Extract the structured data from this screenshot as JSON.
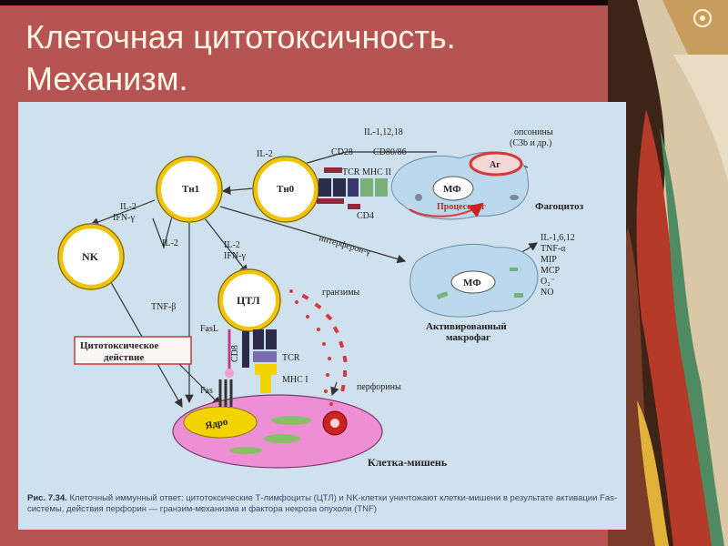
{
  "slide": {
    "title_line1": "Клеточная цитотоксичность.",
    "title_line2": "Механизм."
  },
  "figure": {
    "cells": {
      "th1": "Tн1",
      "th0": "Tн0",
      "nk": "NK",
      "ctl": "ЦТЛ",
      "mf_top": "МФ",
      "mf_activated": "МФ",
      "nucleus": "Ядро",
      "antigen": "Аг"
    },
    "labels": {
      "il_1_12_18": "IL-1,12,18",
      "opsonins_1": "опсонины",
      "opsonins_2": "(C3b и др.)",
      "il2_top": "IL-2",
      "cd28": "CD28",
      "cd80_86": "CD80/86",
      "tcr_top": "TCR",
      "mhc_ii": "MHC II",
      "cd4": "CD4",
      "processing": "Процессинг",
      "phagocytosis": "Фагоцитоз",
      "il2_ifn_nk_1": "IL-2",
      "il2_ifn_nk_2": "IFN-γ",
      "il2_mid": "IL-2",
      "il2_ifn_ctl_1": "IL-2",
      "il2_ifn_ctl_2": "IFN-γ",
      "interferon": "интерферон-γ",
      "cytokines": [
        "IL-1,6,12",
        "TNF-α",
        "MIP",
        "MCP",
        "O₂⁻",
        "NO"
      ],
      "granzymes": "гранзимы",
      "tnf_beta": "TNF-β",
      "fasl": "FasL",
      "cd8": "CD8",
      "tcr_bottom": "TCR",
      "mhc_i": "MHC I",
      "fas": "Fas",
      "perforins": "перфорины",
      "cytotoxic_1": "Цитотоксическое",
      "cytotoxic_2": "действие",
      "activated_1": "Активированный",
      "activated_2": "макрофаг",
      "target_cell": "Клетка-мишень"
    },
    "caption_bold": "Рис. 7.34.",
    "caption_text": "Клеточный иммунный ответ: цитотоксические Т-лимфоциты (ЦТЛ) и NK-клетки уничтожают клетки-мишени в результате активации Fas-системы, действия перфорин — гранзим-механизма и фактора некроза опухоли (TNF)"
  },
  "colors": {
    "slide_bg": "#b35552",
    "figure_bg": "#cfe1ee",
    "cell_fill": "#ffffff",
    "cell_ring": "#f2c400",
    "target_cell": "#ee8fd5",
    "nucleus": "#f2d400",
    "receptor_dark": "#2c2c4a",
    "receptor_green": "#7ab07a",
    "processing_red": "#d83a3a"
  }
}
